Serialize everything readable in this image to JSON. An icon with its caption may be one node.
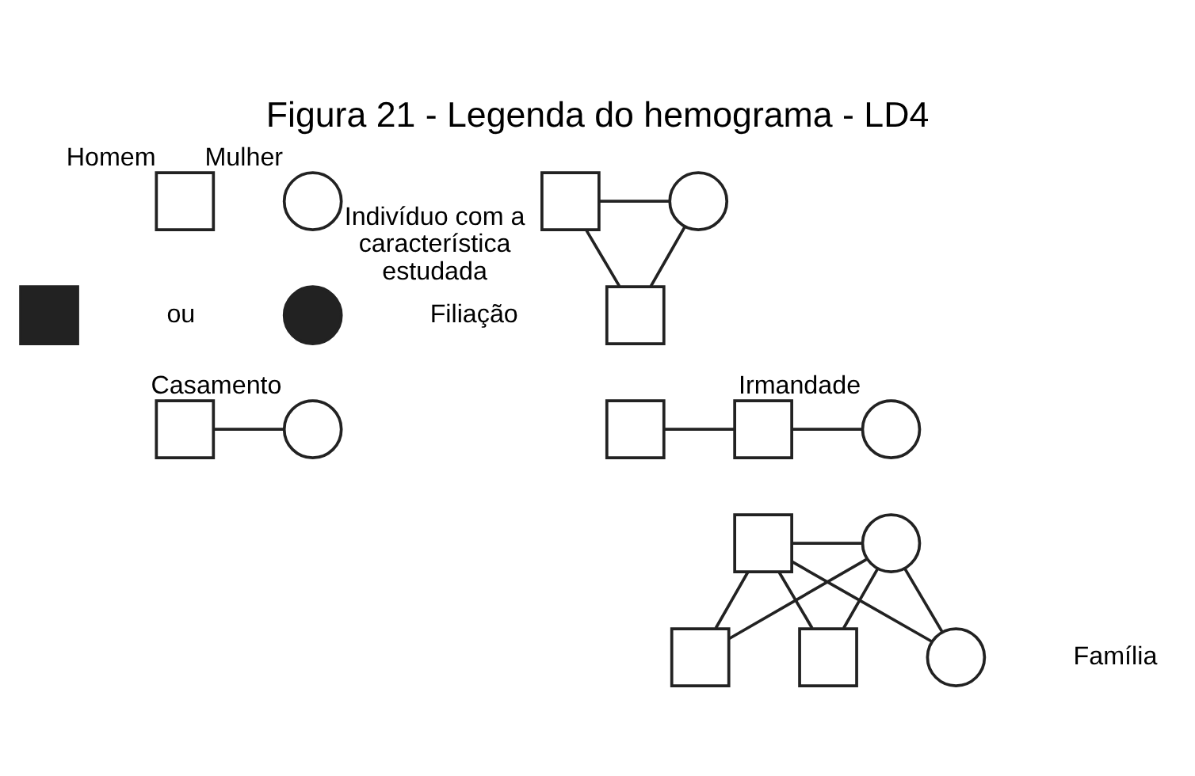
{
  "diagram": {
    "title": "Figura 21 - Legenda do hemograma - LD4",
    "nodes": [
      {
        "text": [],
        "shape": "box",
        "beside": [
          "Homem"
        ]
      },
      {
        "text": [],
        "shape": "circle",
        "beside": [
          "Mulher"
        ]
      },
      {
        "text": [],
        "shape": "box"
      },
      {
        "text": [],
        "shape": "circle",
        "beside": [
          "Indivíduo com a característica estudada"
        ]
      },
      {
        "text": [],
        "shape": "box"
      },
      {
        "text": [],
        "shape": "circle",
        "beside": [
          "Casamento"
        ]
      },
      {
        "text": [],
        "shape": "box"
      },
      {
        "text": [],
        "shape": "circle"
      },
      {
        "text": [],
        "shape": "box"
      },
      {
        "text": [],
        "shape": "box"
      },
      {
        "text": [],
        "shape": "box"
      },
      {
        "text": [],
        "shape": "circle",
        "beside": [
          "Irmandade"
        ]
      },
      {
        "text": [],
        "shape": "box"
      },
      {
        "text": [],
        "shape": "circle"
      },
      {
        "text": [],
        "shape": "box"
      },
      {
        "text": [],
        "shape": "box"
      },
      {
        "text": [],
        "shape": "circle"
      }
    ],
    "edges": [
      {
        "from": 4,
        "to": 5,
        "arrow": "none"
      },
      {
        "from": 6,
        "to": 7,
        "arrow": "none"
      },
      {
        "from": 6,
        "to": 8,
        "arrow": "none"
      },
      {
        "from": 7,
        "to": 8,
        "arrow": "none"
      },
      {
        "from": 9,
        "to": 10,
        "arrow": "none"
      },
      {
        "from": 10,
        "to": 11,
        "arrow": "none"
      },
      {
        "from": 12,
        "to": 13,
        "arrow": "none"
      },
      {
        "from": 12,
        "to": 14,
        "arrow": "none"
      },
      {
        "from": 12,
        "to": 15,
        "arrow": "none"
      },
      {
        "from": 12,
        "to": 16,
        "arrow": "none"
      },
      {
        "from": 13,
        "to": 14,
        "arrow": "none"
      },
      {
        "from": 13,
        "to": 15,
        "arrow": "none"
      },
      {
        "from": 13,
        "to": 16,
        "arrow": "none"
      }
    ],
    "labels": [
      "Filiação",
      "ou",
      "Família"
    ]
  }
}
